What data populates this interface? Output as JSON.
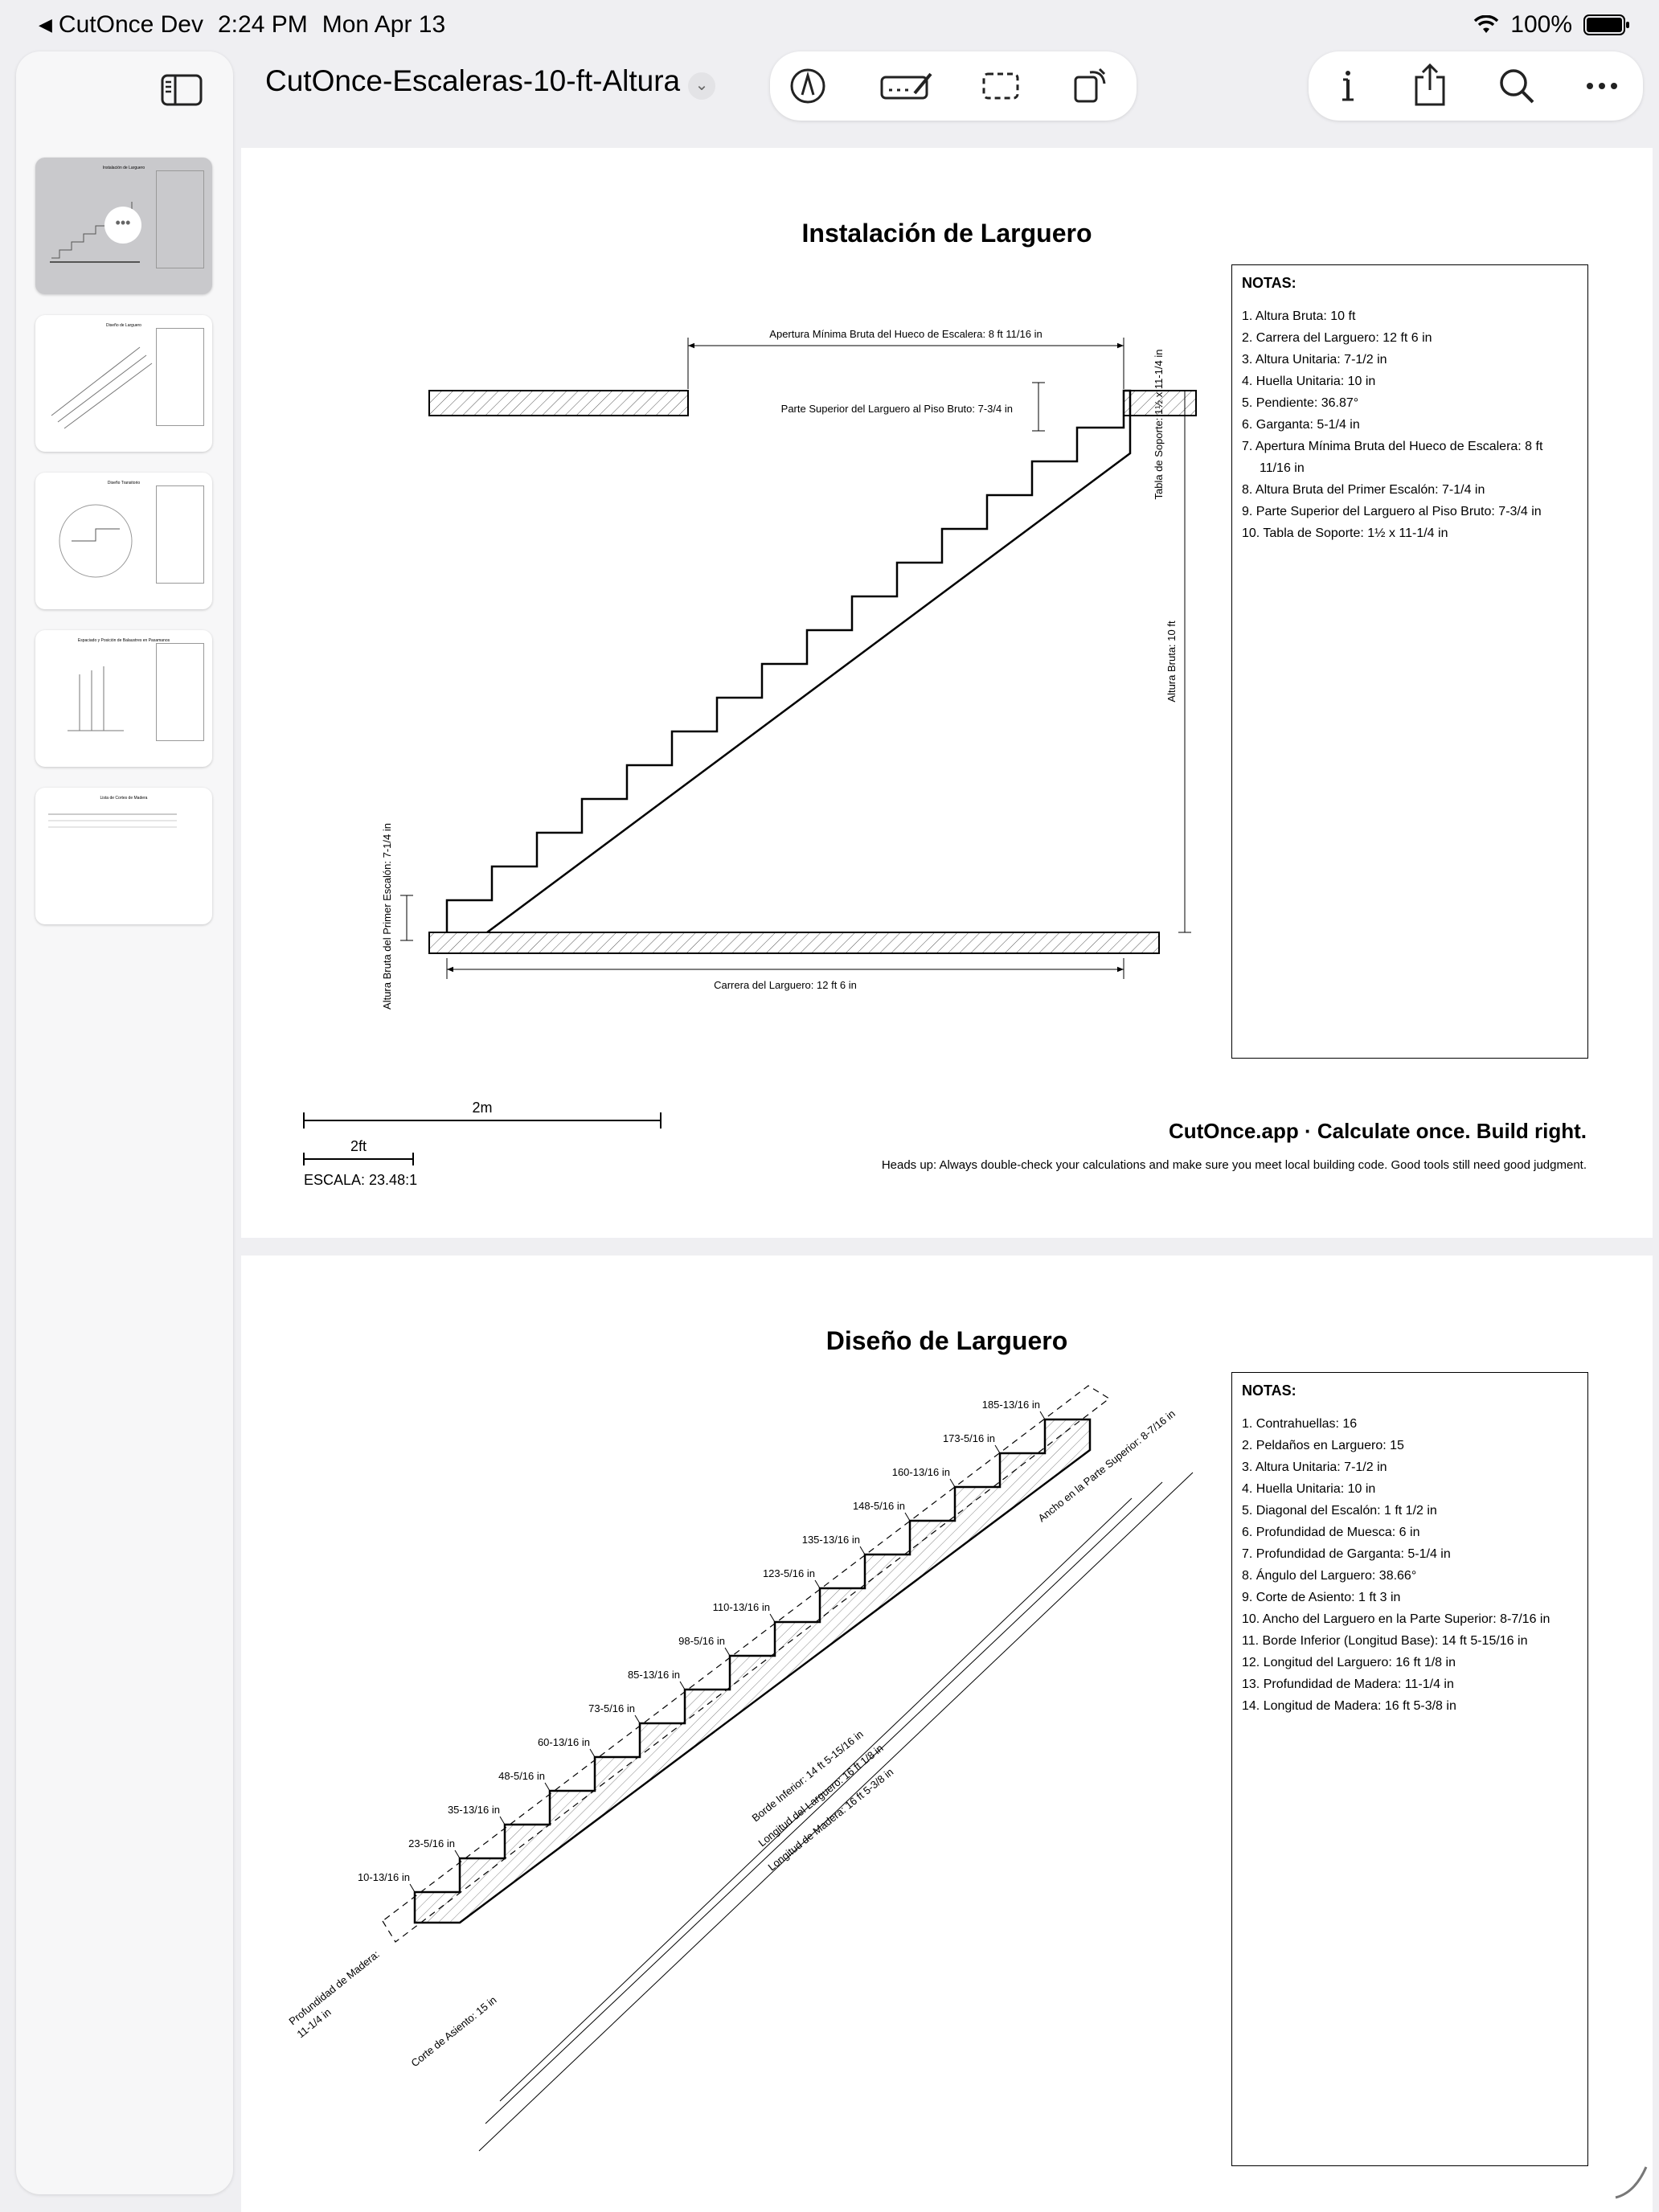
{
  "status": {
    "back_app": "CutOnce Dev",
    "time": "2:24 PM",
    "date": "Mon Apr 13",
    "battery": "100%"
  },
  "document": {
    "title": "CutOnce-Escaleras-10-ft-Altura"
  },
  "thumbnails": [
    {
      "title": "Instalación de Larguero"
    },
    {
      "title": "Diseño de Larguero"
    },
    {
      "title": "Diseño Transitorio"
    },
    {
      "title": "Espaciado y Posición de Balaustres en Pasamanos"
    },
    {
      "title": "Lista de Cortes de Madera"
    }
  ],
  "page1": {
    "title": "Instalación de Larguero",
    "dim_opening": "Apertura Mínima Bruta del Hueco de Escalera: 8 ft 11/16 in",
    "dim_top": "Parte Superior del Larguero al Piso Bruto: 7-3/4 in",
    "dim_run": "Carrera del Larguero: 12 ft 6 in",
    "dim_first": "Altura Bruta del Primer Escalón: 7-1/4 in",
    "dim_header": "Tabla de Soporte: 1½ x 11-1/4 in",
    "dim_height": "Altura Bruta: 10 ft",
    "notes_header": "NOTAS:",
    "notes": [
      "1. Altura Bruta: 10 ft",
      "2. Carrera del Larguero: 12 ft 6 in",
      "3. Altura Unitaria: 7-1/2 in",
      "4. Huella Unitaria: 10 in",
      "5. Pendiente: 36.87°",
      "6. Garganta: 5-1/4 in",
      "7. Apertura Mínima Bruta del Hueco de Escalera: 8 ft 11/16 in",
      "8. Altura Bruta del Primer Escalón: 7-1/4 in",
      "9. Parte Superior del Larguero al Piso Bruto: 7-3/4 in",
      "10. Tabla de Soporte: 1½ x 11-1/4 in"
    ],
    "scale_2m": "2m",
    "scale_2ft": "2ft",
    "scale_label": "ESCALA: 23.48:1",
    "brand": "CutOnce.app · Calculate once. Build right.",
    "disclaimer": "Heads up: Always double-check your calculations and make sure you meet local building code. Good tools still need good judgment."
  },
  "page2": {
    "title": "Diseño de Larguero",
    "step_marks": [
      "10-13/16 in",
      "23-5/16 in",
      "35-13/16 in",
      "48-5/16 in",
      "60-13/16 in",
      "73-5/16 in",
      "85-13/16 in",
      "98-5/16 in",
      "110-13/16 in",
      "123-5/16 in",
      "135-13/16 in",
      "148-5/16 in",
      "160-13/16 in",
      "173-5/16 in",
      "185-13/16 in"
    ],
    "dim_top_width": "Ancho en la Parte Superior: 8-7/16 in",
    "dim_bottom_edge": "Borde Inferior: 14 ft 5-15/16 in",
    "dim_stringer_len": "Longitud del Larguero: 16 ft 1/8 in",
    "dim_lumber_len": "Longitud de Madera: 16 ft 5-3/8 in",
    "dim_seat": "Corte de Asiento: 15 in",
    "dim_depth_a": "Profundidad de Madera:",
    "dim_depth_b": "11-1/4 in",
    "notes_header": "NOTAS:",
    "notes": [
      "1. Contrahuellas: 16",
      "2. Peldaños en Larguero: 15",
      "3. Altura Unitaria: 7-1/2 in",
      "4. Huella Unitaria: 10 in",
      "5. Diagonal del Escalón: 1 ft 1/2 in",
      "6. Profundidad de Muesca: 6 in",
      "7. Profundidad de Garganta: 5-1/4 in",
      "8. Ángulo del Larguero: 38.66°",
      "9. Corte de Asiento: 1 ft 3 in",
      "10. Ancho del Larguero en la Parte Superior: 8-7/16 in",
      "11. Borde Inferior (Longitud Base): 14 ft 5-15/16 in",
      "12. Longitud del Larguero: 16 ft 1/8 in",
      "13. Profundidad de Madera: 11-1/4 in",
      "14. Longitud de Madera: 16 ft 5-3/8 in"
    ]
  }
}
